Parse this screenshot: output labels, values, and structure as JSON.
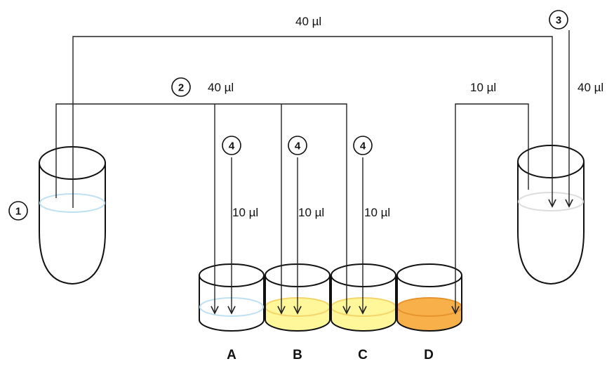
{
  "labels": {
    "top_volume": "40 µl",
    "mid_volume": "40 µl",
    "right_volume": "40 µl",
    "right_transfer_volume": "10 µl",
    "well_volume_a": "10 µl",
    "well_volume_b": "10 µl",
    "well_volume_c": "10 µl"
  },
  "steps": {
    "s1": "1",
    "s2": "2",
    "s3": "3",
    "s4a": "4",
    "s4b": "4",
    "s4c": "4"
  },
  "wells": {
    "a": "A",
    "b": "B",
    "c": "C",
    "d": "D"
  },
  "colors": {
    "left_tube_liquid": "#bfe0f2",
    "right_tube_liquid": "#dddddd",
    "well_a_liquid": "#e9f4fb",
    "well_b_liquid": "#fff79a",
    "well_c_liquid": "#fff79a",
    "well_d_liquid": "#f7b04a"
  }
}
